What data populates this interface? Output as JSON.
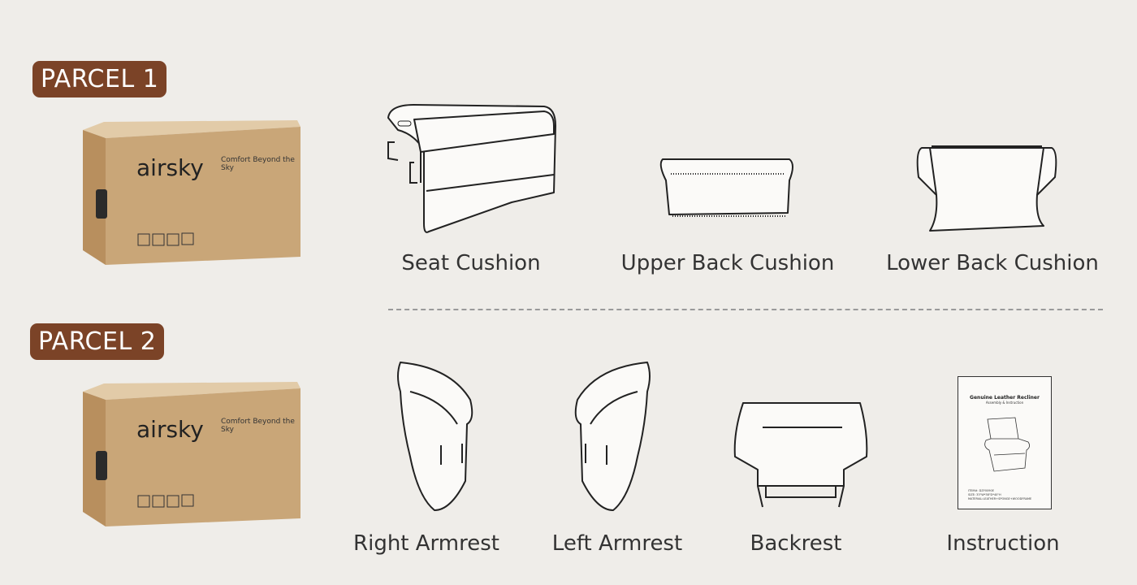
{
  "parcels": [
    {
      "badge": "PARCEL 1",
      "box": {
        "brand": "airsky",
        "slogan": "Comfort Beyond the Sky"
      },
      "items": [
        {
          "label": "Seat Cushion",
          "icon": "seat-cushion-drawing"
        },
        {
          "label": "Upper Back Cushion",
          "icon": "upper-back-cushion-drawing"
        },
        {
          "label": "Lower Back Cushion",
          "icon": "lower-back-cushion-drawing"
        }
      ]
    },
    {
      "badge": "PARCEL 2",
      "box": {
        "brand": "airsky",
        "slogan": "Comfort Beyond the Sky"
      },
      "items": [
        {
          "label": "Right Armrest",
          "icon": "right-armrest-drawing"
        },
        {
          "label": "Left Armrest",
          "icon": "left-armrest-drawing"
        },
        {
          "label": "Backrest",
          "icon": "backrest-drawing"
        },
        {
          "label": "Instruction",
          "icon": "instruction-booklet"
        }
      ]
    }
  ],
  "booklet": {
    "title": "Genuine Leather Recliner",
    "subtitle": "Assembly & Instruction",
    "specs": [
      "ITEM#: DZY0090E",
      "SIZE: 33\"W*38\"D*40\"H",
      "MATERIAL:LEATHER+SPONGE+WOODFRAME"
    ]
  },
  "colors": {
    "background": "#efede9",
    "badge": "#7b4327",
    "box": "#c9a678"
  }
}
